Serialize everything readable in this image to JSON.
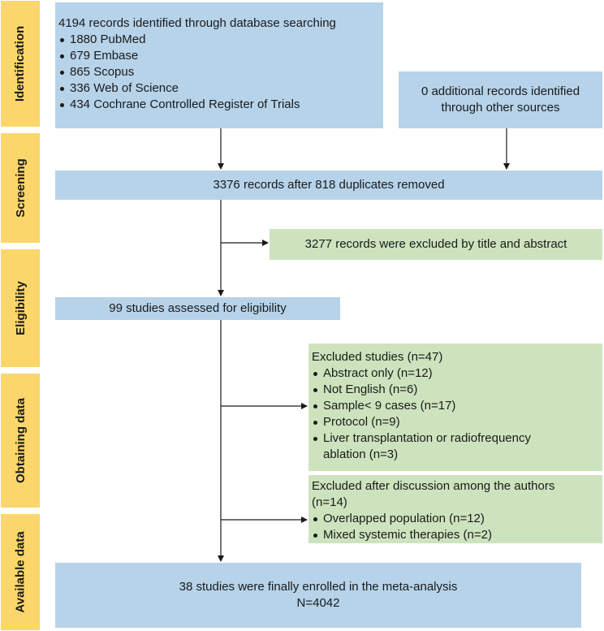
{
  "stages": [
    {
      "label": "Identification"
    },
    {
      "label": "Screening"
    },
    {
      "label": "Eligibility"
    },
    {
      "label": "Obtaining data"
    },
    {
      "label": "Available data"
    }
  ],
  "identification": {
    "main": "4194 records identified through database searching",
    "sources": [
      "1880 PubMed",
      "679 Embase",
      "865 Scopus",
      "336 Web of Science",
      "434 Cochrane Controlled Register of Trials"
    ],
    "additional_line1": "0 additional records identified",
    "additional_line2": "through other sources"
  },
  "screening": {
    "after_duplicates": "3376 records after 818 duplicates removed",
    "excluded": "3277 records were excluded by title and abstract"
  },
  "eligibility": {
    "assessed": "99 studies assessed for eligibility"
  },
  "obtaining": {
    "title": "Excluded studies (n=47)",
    "items": [
      "Abstract only (n=12)",
      "Not English (n=6)",
      "Sample< 9 cases (n=17)",
      "Protocol (n=9)",
      "Liver transplantation or radiofrequency ablation (n=3)"
    ]
  },
  "available": {
    "title": "Excluded after discussion among the authors (n=14)",
    "items": [
      "Overlapped population (n=12)",
      "Mixed systemic therapies (n=2)"
    ]
  },
  "final": {
    "line1": "38 studies were finally enrolled in the meta-analysis",
    "line2": "N=4042"
  },
  "colors": {
    "stage_bar": "#fbd76b",
    "blue_box": "#b6d3ea",
    "green_box": "#cde3bd",
    "line": "#1a1a1a"
  }
}
